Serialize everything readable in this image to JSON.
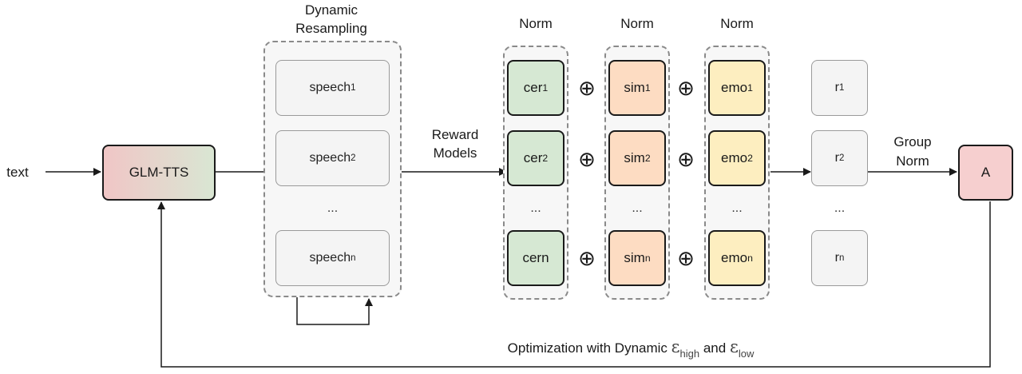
{
  "input_label": "text",
  "model_label": "GLM-TTS",
  "resampling_label_line1": "Dynamic",
  "resampling_label_line2": "Resampling",
  "speech": {
    "base": "speech",
    "sub1": "1",
    "sub2": "2",
    "subn": "n"
  },
  "ellipsis": "...",
  "reward_models_line1": "Reward",
  "reward_models_line2": "Models",
  "norm_label": "Norm",
  "cer": {
    "base": "cer",
    "sub1": "1",
    "sub2": "2",
    "subn": "n"
  },
  "sim": {
    "base": "sim",
    "sub1": "1",
    "sub2": "2",
    "subn": "n"
  },
  "emo": {
    "base": "emo",
    "sub1": "1",
    "sub2": "2",
    "subn": "n"
  },
  "plus_symbol": "⊕",
  "r": {
    "base": "r",
    "sub1": "1",
    "sub2": "2",
    "subn": "n"
  },
  "group_norm_line1": "Group",
  "group_norm_line2": "Norm",
  "advantage_label": "A",
  "optimization": {
    "prefix": "Optimization with Dynamic ",
    "eps_symbol": "ε",
    "high_sub": "high",
    "conjunction": " and ",
    "low_sub": "low"
  }
}
